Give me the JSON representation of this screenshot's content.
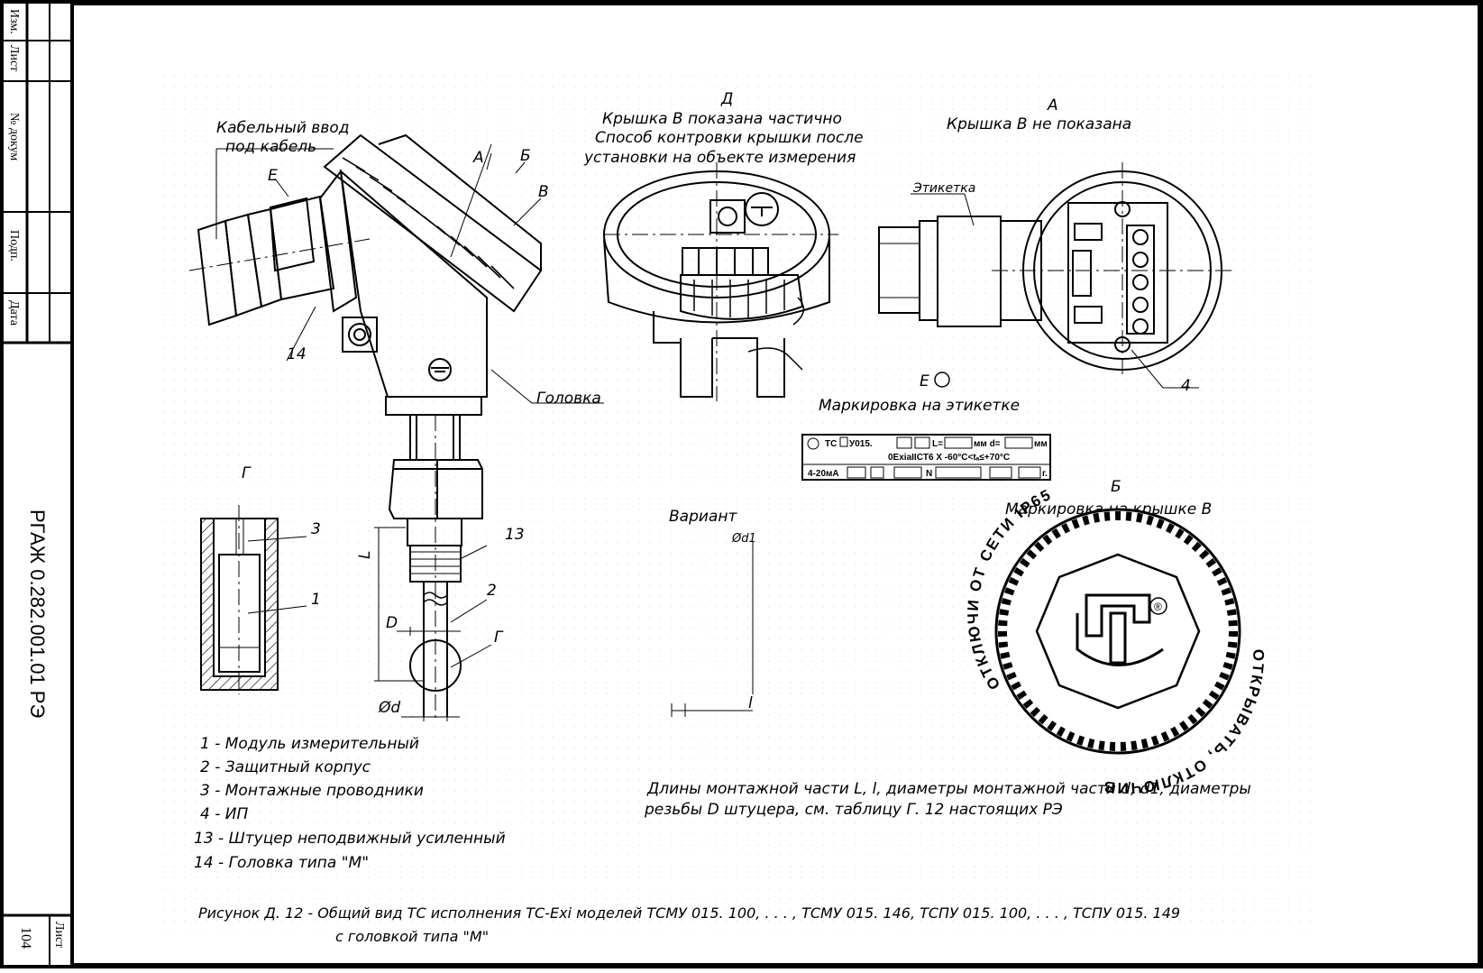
{
  "frame": {
    "stamp_columns": [
      "Изм.",
      "Лист",
      "№ докум",
      "Подп.",
      "Дата"
    ],
    "doc_code": "РГАЖ 0.282.001.01 РЭ",
    "sheet_label": "Лист",
    "sheet_number": "104"
  },
  "main_view": {
    "cable_entry": "Кабельный ввод",
    "cable_entry_2": "под кабель",
    "label_E": "Е",
    "label_A": "А",
    "label_B": "Б",
    "label_V": "В",
    "label_14": "14",
    "label_head": "Головка",
    "label_L": "L",
    "label_13": "13",
    "label_2": "2",
    "label_D": "D",
    "label_G": "Г",
    "label_od": "Ød"
  },
  "detail_G": {
    "title": "Г",
    "label_3": "3",
    "label_1": "1"
  },
  "view_D": {
    "title": "Д",
    "line1": "Крышка В показана частично",
    "line2": "Способ контровки крышки после",
    "line3": "установки на объекте измерения"
  },
  "view_A": {
    "title": "А",
    "subtitle": "Крышка В   не показана",
    "label_tag": "Этикетка",
    "label_4": "4"
  },
  "view_E": {
    "title": "Е",
    "subtitle": "Маркировка на этикетке",
    "tag_line1": "ТС",
    "tag_model": "У015.",
    "tag_L": "L=",
    "tag_mm": "мм d=",
    "tag_mm2": "мм",
    "tag_line2": "0ExiaIICT6 X  -60°C<tₐ≤+70°C",
    "tag_line3": "4-20мА",
    "tag_N": "N",
    "tag_g": "г."
  },
  "variant": {
    "title": "Вариант",
    "label_od1": "Ød1",
    "label_l": "l"
  },
  "view_B": {
    "title": "Б",
    "subtitle": "Маркировка на крышке В",
    "ring_text": "ОТКЛЮЧИ ОТ СЕТИ IP65",
    "ring_text_2": "ОТКРЫВАТЬ, ОТКЛЮЧИВ",
    "registered": "®"
  },
  "legend": [
    "1 - Модуль измерительный",
    "2 - Защитный корпус",
    "3 - Монтажные проводники",
    "4 - ИП",
    "13 - Штуцер неподвижный усиленный",
    "14 - Головка типа \"М\""
  ],
  "note": {
    "line1": "Длины монтажной части L, l,  диаметры монтажной части d,  d1,  диаметры",
    "line2": "резьбы D штуцера,  см. таблицу Г. 12 настоящих РЭ"
  },
  "caption": {
    "line1": "Рисунок Д. 12 - Общий вид ТС исполнения ТС-Exi моделей ТСМУ 015. 100, . . . , ТСМУ 015. 146,  ТСПУ 015. 100, . . . , ТСПУ 015. 149",
    "line2": "с головкой типа \"М\""
  }
}
